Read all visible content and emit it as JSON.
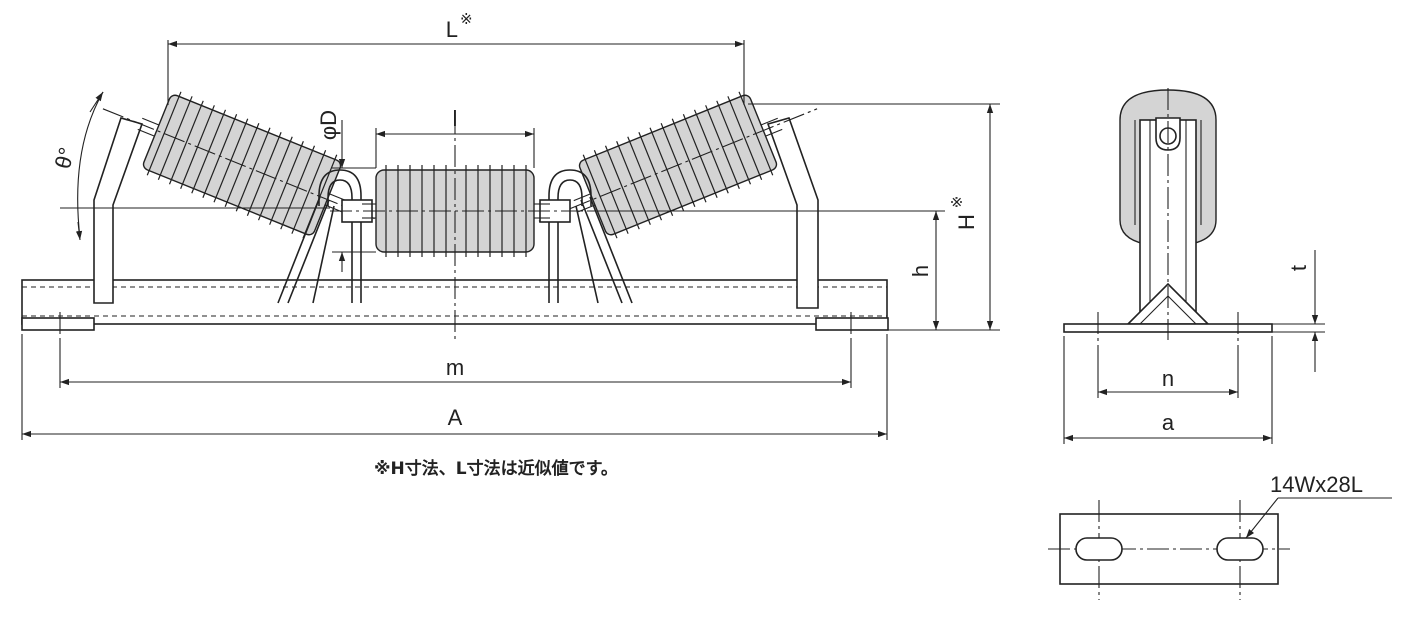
{
  "labels": {
    "L": "L",
    "L_mark": "※",
    "l": "l",
    "phiD": "φD",
    "theta": "θ°",
    "H": "H",
    "H_mark": "※",
    "h": "h",
    "m": "m",
    "A": "A",
    "t": "t",
    "n": "n",
    "a": "a",
    "slot": "14Wx28L"
  },
  "note": "※H寸法、L寸法は近似値です。"
}
